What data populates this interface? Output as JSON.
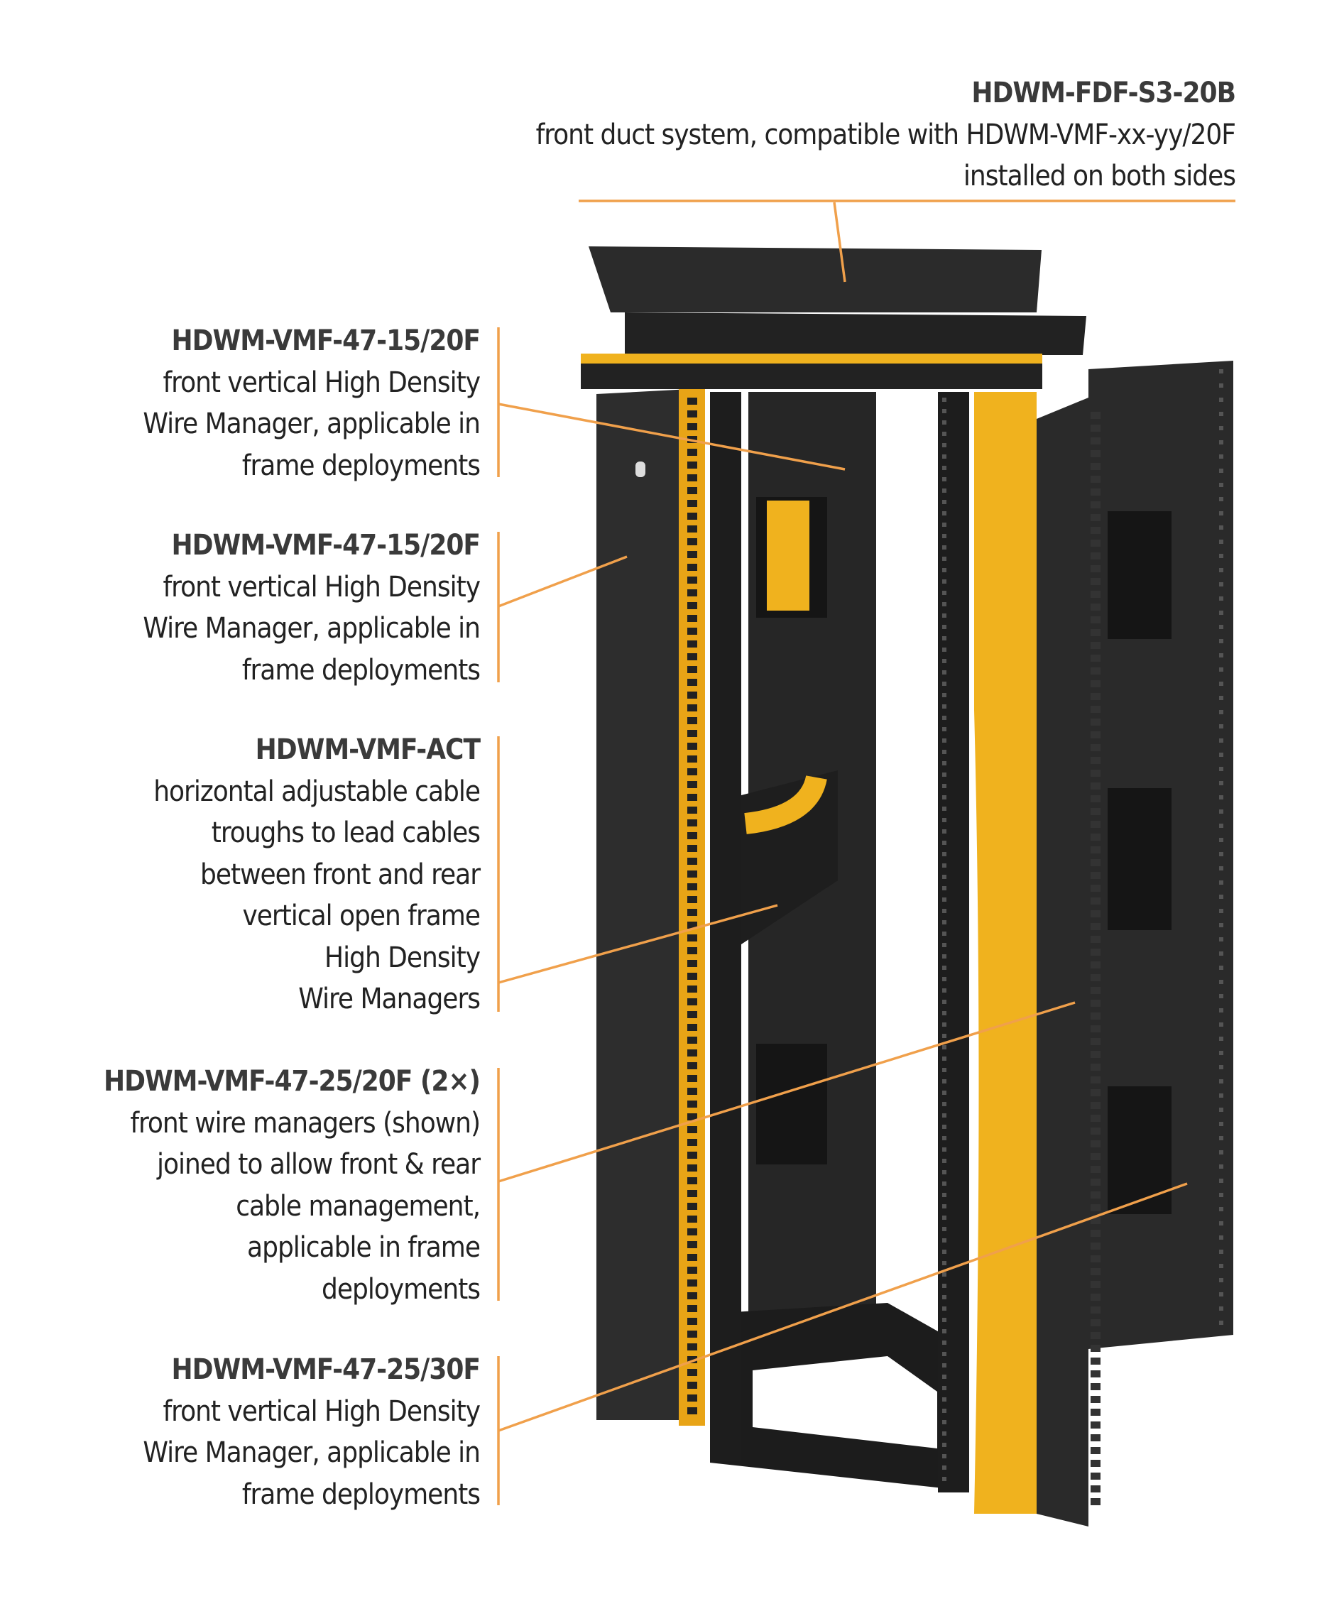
{
  "accent_color": "#f0a04b",
  "callouts": [
    {
      "title": "HDWM-FDF-S3-20B",
      "lines": [
        "front duct system, compatible with HDWM-VMF-xx-yy/20F",
        "installed on both sides"
      ]
    },
    {
      "title": "HDWM-VMF-47-15/20F",
      "lines": [
        "front vertical High Density",
        "Wire Manager, applicable in",
        "frame deployments"
      ]
    },
    {
      "title": "HDWM-VMF-47-15/20F",
      "lines": [
        "front vertical High Density",
        "Wire Manager, applicable in",
        "frame deployments"
      ]
    },
    {
      "title": "HDWM-VMF-ACT",
      "lines": [
        "horizontal adjustable cable",
        "troughs to lead cables",
        "between front and rear",
        "vertical open frame",
        "High Density",
        "Wire Managers"
      ]
    },
    {
      "title": "HDWM-VMF-47-25/20F (2×)",
      "lines": [
        "front wire managers (shown)",
        "joined to allow front & rear",
        "cable management,",
        "applicable in frame",
        "deployments"
      ]
    },
    {
      "title": "HDWM-VMF-47-25/30F",
      "lines": [
        "front vertical High Density",
        "Wire Manager, applicable in",
        "frame deployments"
      ]
    }
  ]
}
